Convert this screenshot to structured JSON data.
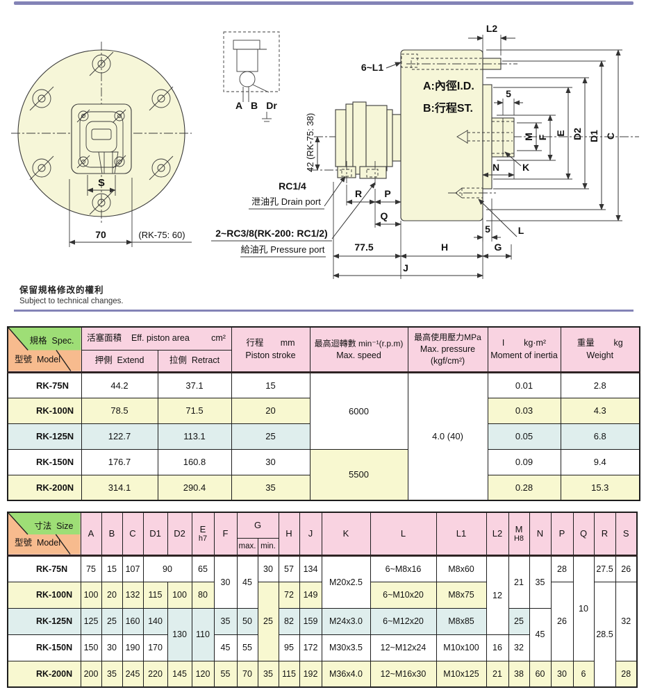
{
  "colors": {
    "accent_purple": "#8383b6",
    "header_pink": "#f9d3e1",
    "diag_green": "#9ede76",
    "diag_orange": "#f7bb8e",
    "row_yellow": "#f8f8d0",
    "row_blue": "#dfeeed",
    "drawing_fill": "#f6f6d8"
  },
  "note": {
    "zh": "保留規格修改的權利",
    "en": "Subject to technical changes."
  },
  "drawing": {
    "front_view": {
      "s": "S",
      "width": "70",
      "width_note": "(RK-75: 60)"
    },
    "valve_symbol": {
      "a": "A",
      "b": "B",
      "dr": "Dr"
    },
    "side_view": {
      "l2": "L2",
      "bolts": "6~L1",
      "bore": "A:內徑I.D.",
      "stroke": "B:行程ST.",
      "relief": "5",
      "m": "M",
      "f": "F",
      "e": "E",
      "d2": "D2",
      "d1": "D1",
      "c": "C",
      "n": "N",
      "k": "K",
      "pin": "5",
      "l": "L",
      "drain_height": "42  (RK-75: 38)",
      "drain_size": "RC1/4",
      "drain": "泄油孔 Drain port",
      "pressure_size": "2~RC3/8(RK-200: RC1/2)",
      "pressure": "給油孔 Pressure port",
      "r": "R",
      "p": "P",
      "q": "Q",
      "joint_len": "77.5",
      "h": "H",
      "g": "G",
      "j": "J"
    }
  },
  "spec_table": {
    "header": {
      "spec": "規格  Spec.",
      "model": "型號  Model",
      "area_line": "活塞面積    Eff. piston area         cm²",
      "extend": "押側  Extend",
      "retract": "拉側  Retract",
      "stroke_line1": "行程       mm",
      "stroke_line2": "Piston stroke",
      "speed_line1": "最高迴轉數 min⁻¹(r.p.m)",
      "speed_line2": "Max. speed",
      "pressure_line1": "最高使用壓力MPa",
      "pressure_line2": "Max. pressure (kgf/cm²)",
      "inertia_line1": "I        kg·m²",
      "inertia_line2": "Moment of inertia",
      "weight_line1": "重量        kg",
      "weight_line2": "Weight"
    },
    "rows": [
      {
        "tone": "white",
        "cells": [
          {
            "t": "RK-75N",
            "model": true
          },
          {
            "t": "44.2"
          },
          {
            "t": "37.1"
          },
          {
            "t": "15"
          },
          {
            "t": "6000",
            "rs": 3
          },
          {
            "t": "4.0 (40)",
            "rs": 5
          },
          {
            "t": "0.01"
          },
          {
            "t": "2.8"
          }
        ]
      },
      {
        "tone": "yellow",
        "cells": [
          {
            "t": "RK-100N",
            "model": true
          },
          {
            "t": "78.5"
          },
          {
            "t": "71.5"
          },
          {
            "t": "20"
          },
          {
            "t": "0.03"
          },
          {
            "t": "4.3"
          }
        ]
      },
      {
        "tone": "blue",
        "cells": [
          {
            "t": "RK-125N",
            "model": true
          },
          {
            "t": "122.7"
          },
          {
            "t": "113.1"
          },
          {
            "t": "25"
          },
          {
            "t": "0.05"
          },
          {
            "t": "6.8"
          }
        ]
      },
      {
        "tone": "white",
        "cells": [
          {
            "t": "RK-150N",
            "model": true
          },
          {
            "t": "176.7"
          },
          {
            "t": "160.8"
          },
          {
            "t": "30"
          },
          {
            "t": "5500",
            "rs": 2,
            "tone": "yellow"
          },
          {
            "t": "0.09"
          },
          {
            "t": "9.4"
          }
        ]
      },
      {
        "tone": "yellow",
        "cells": [
          {
            "t": "RK-200N",
            "model": true
          },
          {
            "t": "314.1"
          },
          {
            "t": "290.4"
          },
          {
            "t": "35"
          },
          {
            "t": "0.28"
          },
          {
            "t": "15.3"
          }
        ]
      }
    ]
  },
  "size_table": {
    "header": {
      "size": "寸法  Size",
      "model": "型號  Model",
      "a": "A",
      "b": "B",
      "c": "C",
      "d1": "D1",
      "d2": "D2",
      "e": "E",
      "e_fit": "h7",
      "f": "F",
      "g": "G",
      "g_max": "max.",
      "g_min": "min.",
      "h": "H",
      "j": "J",
      "k": "K",
      "l": "L",
      "l1": "L1",
      "l2": "L2",
      "m": "M",
      "m_fit": "H8",
      "n": "N",
      "p": "P",
      "q": "Q",
      "r": "R",
      "s": "S"
    },
    "rows": [
      {
        "tone": "white",
        "cells": [
          {
            "t": "RK-75N",
            "model": true
          },
          {
            "t": "75"
          },
          {
            "t": "15"
          },
          {
            "t": "107"
          },
          {
            "t": "90",
            "cs": 2
          },
          {
            "t": "65"
          },
          {
            "t": "30",
            "rs": 2
          },
          {
            "t": "45",
            "rs": 2
          },
          {
            "t": "30"
          },
          {
            "t": "57"
          },
          {
            "t": "134"
          },
          {
            "t": "M20x2.5",
            "rs": 2
          },
          {
            "t": "6~M8x16"
          },
          {
            "t": "M8x60"
          },
          {
            "t": "12",
            "rs": 3
          },
          {
            "t": "21",
            "rs": 2
          },
          {
            "t": "35",
            "rs": 2
          },
          {
            "t": "28"
          },
          {
            "t": "10",
            "rs": 4
          },
          {
            "t": "27.5"
          },
          {
            "t": "26"
          }
        ]
      },
      {
        "tone": "yellow",
        "cells": [
          {
            "t": "RK-100N",
            "model": true
          },
          {
            "t": "100"
          },
          {
            "t": "20"
          },
          {
            "t": "132"
          },
          {
            "t": "115"
          },
          {
            "t": "100"
          },
          {
            "t": "80"
          },
          {
            "t": "25",
            "rs": 3,
            "tone": "yellow"
          },
          {
            "t": "72"
          },
          {
            "t": "149"
          },
          {
            "t": "6~M10x20"
          },
          {
            "t": "M8x75"
          },
          {
            "t": "26",
            "rs": 3,
            "tone": "white"
          },
          {
            "t": "28.5",
            "rs": 4,
            "tone": "white"
          },
          {
            "t": "32",
            "rs": 3,
            "tone": "white"
          }
        ]
      },
      {
        "tone": "blue",
        "cells": [
          {
            "t": "RK-125N",
            "model": true
          },
          {
            "t": "125"
          },
          {
            "t": "25"
          },
          {
            "t": "160"
          },
          {
            "t": "140"
          },
          {
            "t": "130",
            "rs": 2,
            "tone": "blue"
          },
          {
            "t": "110",
            "rs": 2,
            "tone": "blue"
          },
          {
            "t": "35"
          },
          {
            "t": "50"
          },
          {
            "t": "82"
          },
          {
            "t": "159"
          },
          {
            "t": "M24x3.0"
          },
          {
            "t": "6~M12x20"
          },
          {
            "t": "M8x85"
          },
          {
            "t": "25"
          },
          {
            "t": "45",
            "rs": 2,
            "tone": "white"
          }
        ]
      },
      {
        "tone": "white",
        "cells": [
          {
            "t": "RK-150N",
            "model": true
          },
          {
            "t": "150"
          },
          {
            "t": "30"
          },
          {
            "t": "190"
          },
          {
            "t": "170"
          },
          {
            "t": "45"
          },
          {
            "t": "55"
          },
          {
            "t": "95"
          },
          {
            "t": "172"
          },
          {
            "t": "M30x3.5"
          },
          {
            "t": "12~M12x24"
          },
          {
            "t": "M10x100"
          },
          {
            "t": "16"
          },
          {
            "t": "32"
          }
        ]
      },
      {
        "tone": "yellow",
        "cells": [
          {
            "t": "RK-200N",
            "model": true
          },
          {
            "t": "200"
          },
          {
            "t": "35"
          },
          {
            "t": "245"
          },
          {
            "t": "220"
          },
          {
            "t": "145"
          },
          {
            "t": "120"
          },
          {
            "t": "55"
          },
          {
            "t": "70"
          },
          {
            "t": "35"
          },
          {
            "t": "115"
          },
          {
            "t": "192"
          },
          {
            "t": "M36x4.0"
          },
          {
            "t": "12~M16x30"
          },
          {
            "t": "M10x125"
          },
          {
            "t": "21"
          },
          {
            "t": "38"
          },
          {
            "t": "60"
          },
          {
            "t": "30"
          },
          {
            "t": "6"
          },
          {
            "t": "28"
          }
        ]
      }
    ]
  }
}
